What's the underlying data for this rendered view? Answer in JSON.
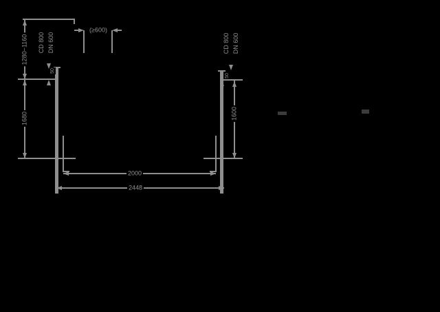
{
  "page": {
    "background": "#000000",
    "line_color": "#8f8f8f",
    "faint_color": "#4f4f4f"
  },
  "drawing": {
    "dimensions": {
      "water_level_range": "1280~1160",
      "left_height": "1680",
      "right_height": "1600",
      "inner_width": "2000",
      "outer_width": "2448",
      "top_clearance": "(≥600)",
      "left_wall_offset": "50",
      "right_wall_offset": "50"
    },
    "pipe_labels": {
      "left": {
        "line1": "CD 800",
        "line2": "DN 600"
      },
      "right": {
        "line1": "CD 800",
        "line2": "DN 600"
      }
    }
  }
}
